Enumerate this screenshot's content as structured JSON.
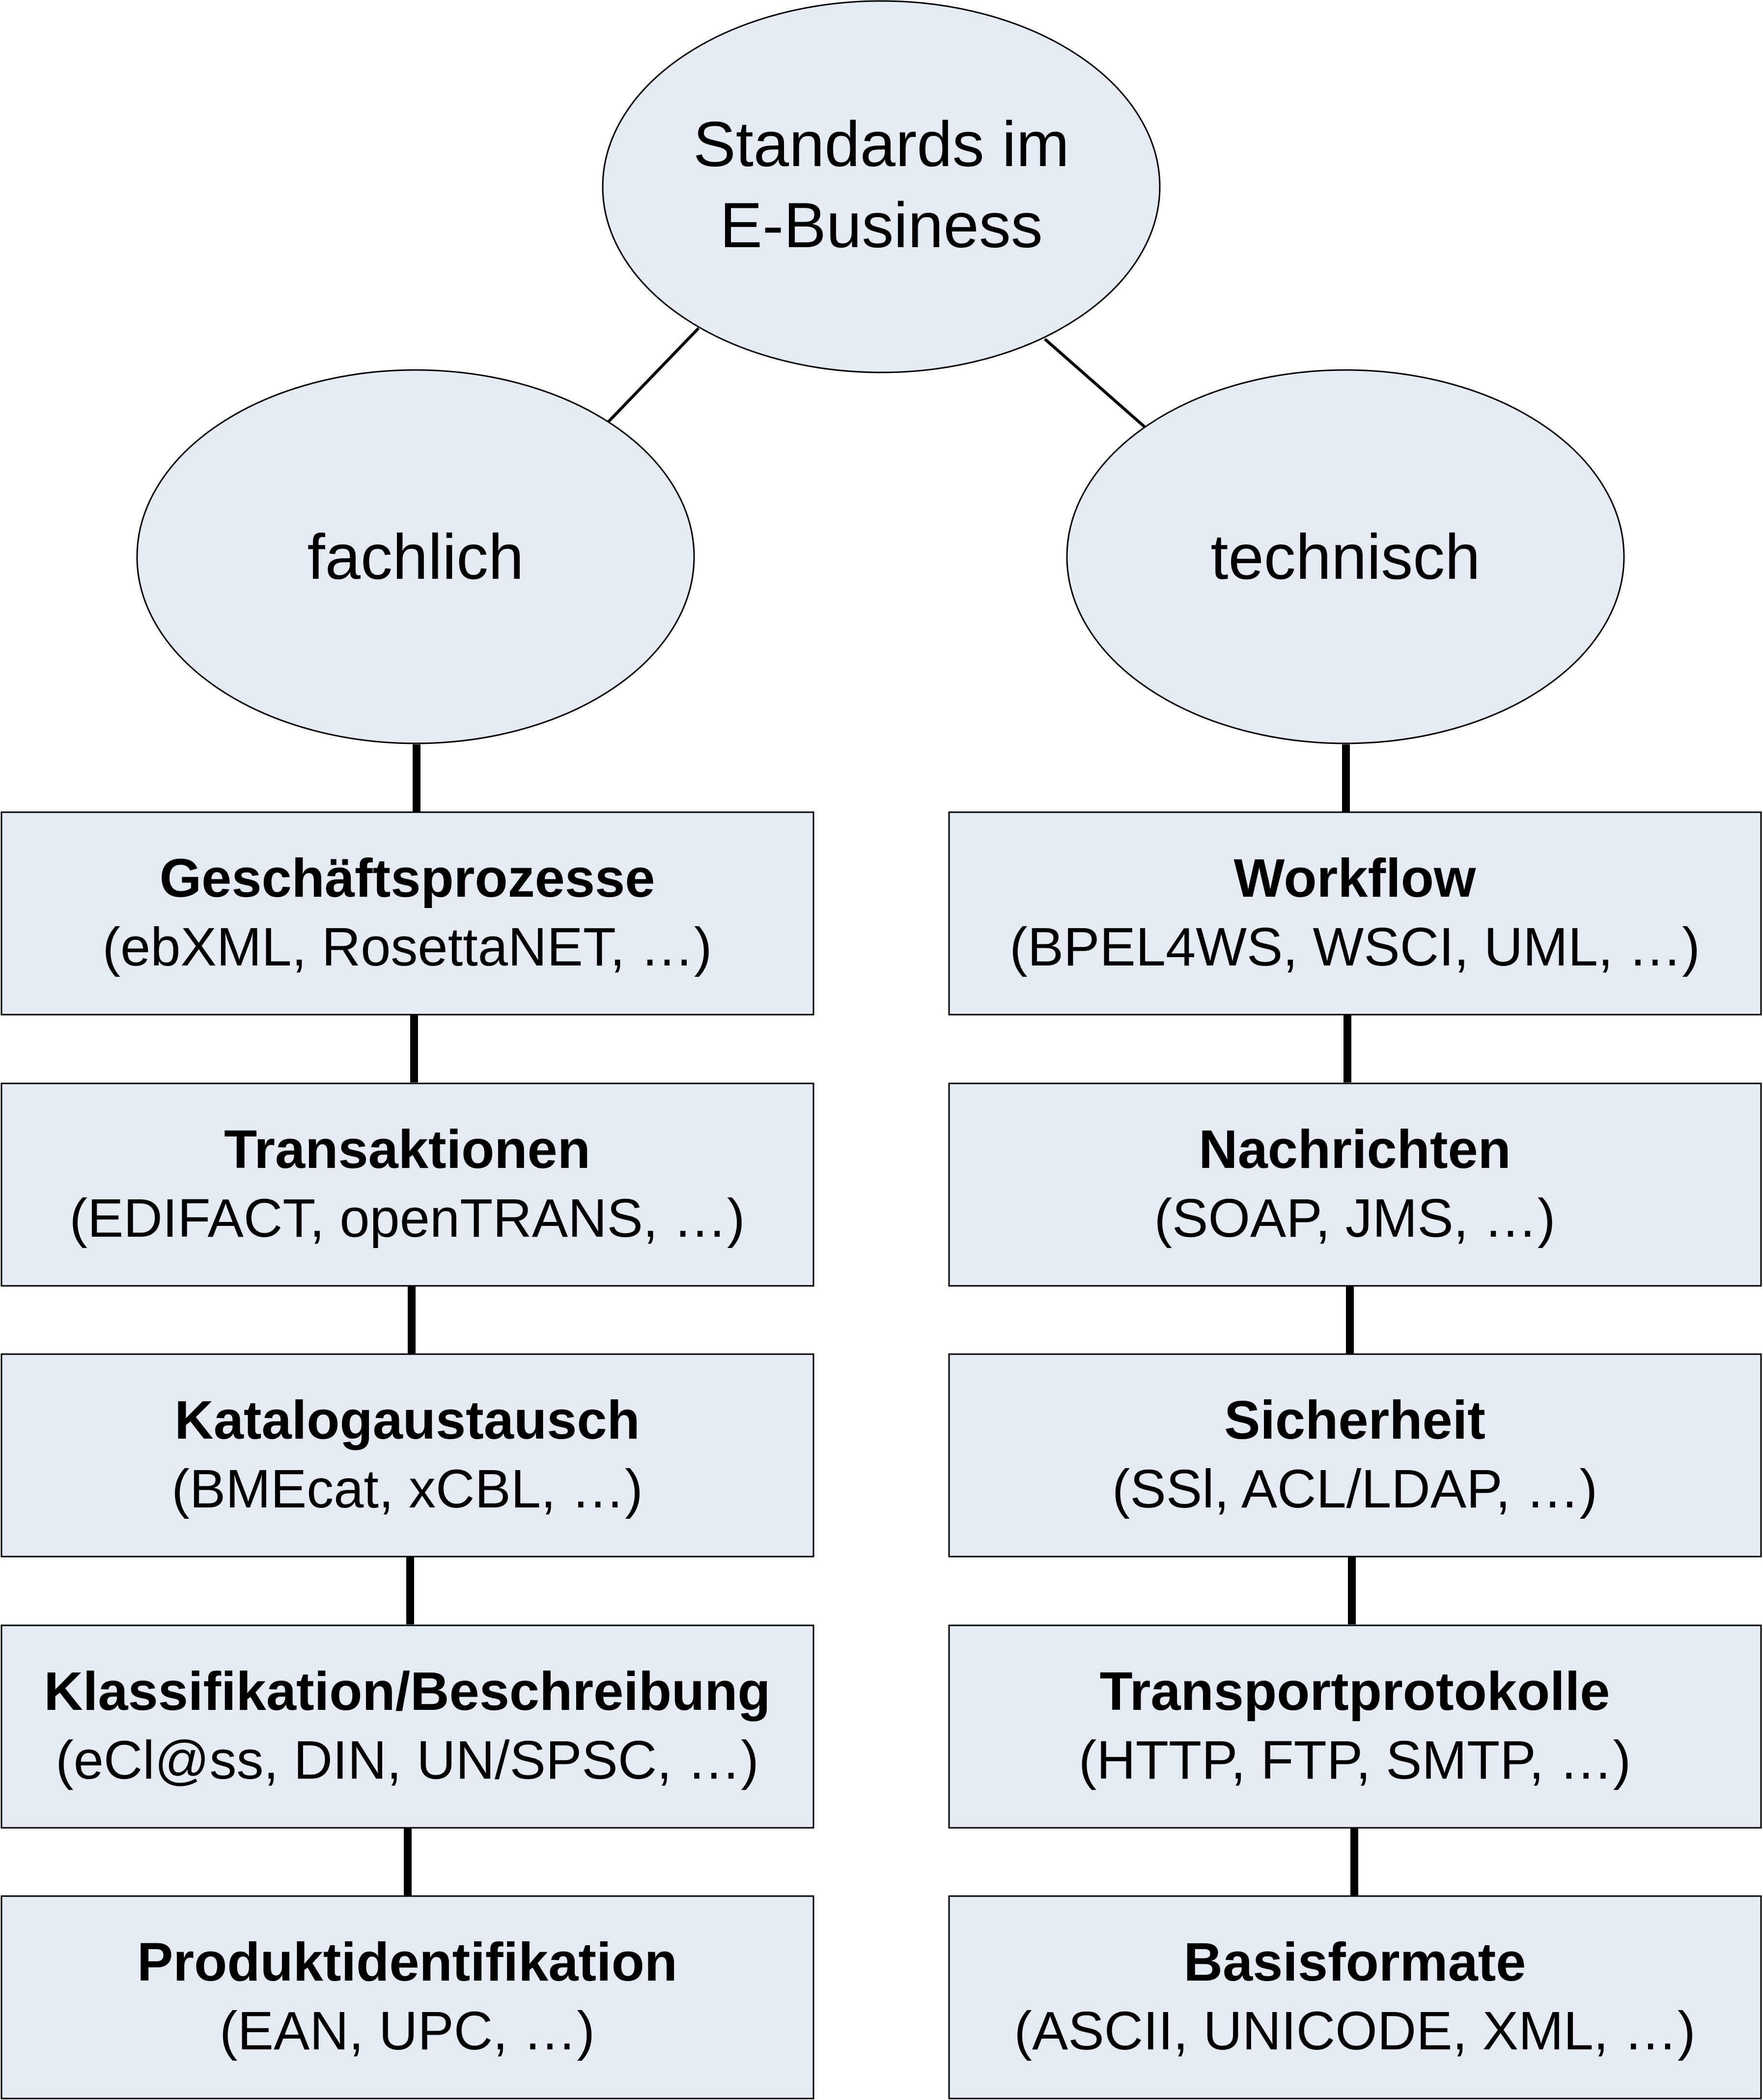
{
  "root": {
    "line1": "Standards im",
    "line2": "E-Business"
  },
  "left_branch": {
    "label": "fachlich",
    "boxes": [
      {
        "title": "Geschäftsprozesse",
        "examples": "(ebXML, RosettaNET, …)"
      },
      {
        "title": "Transaktionen",
        "examples": "(EDIFACT, openTRANS, …)"
      },
      {
        "title": "Katalogaustausch",
        "examples": "(BMEcat, xCBL, …)"
      },
      {
        "title": "Klassifikation/Beschreibung",
        "examples": "(eCl@ss, DIN, UN/SPSC, …)"
      },
      {
        "title": "Produktidentifikation",
        "examples": "(EAN, UPC, …)"
      }
    ]
  },
  "right_branch": {
    "label": "technisch",
    "boxes": [
      {
        "title": "Workflow",
        "examples": "(BPEL4WS, WSCI, UML, …)"
      },
      {
        "title": "Nachrichten",
        "examples": "(SOAP, JMS, …)"
      },
      {
        "title": "Sicherheit",
        "examples": "(SSl, ACL/LDAP, …)"
      },
      {
        "title": "Transportprotokolle",
        "examples": "(HTTP, FTP, SMTP, …)"
      },
      {
        "title": "Basisformate",
        "examples": "(ASCII, UNICODE, XML, …)"
      }
    ]
  },
  "colors": {
    "node_fill": "#e5ebf5",
    "stroke": "#000000"
  }
}
